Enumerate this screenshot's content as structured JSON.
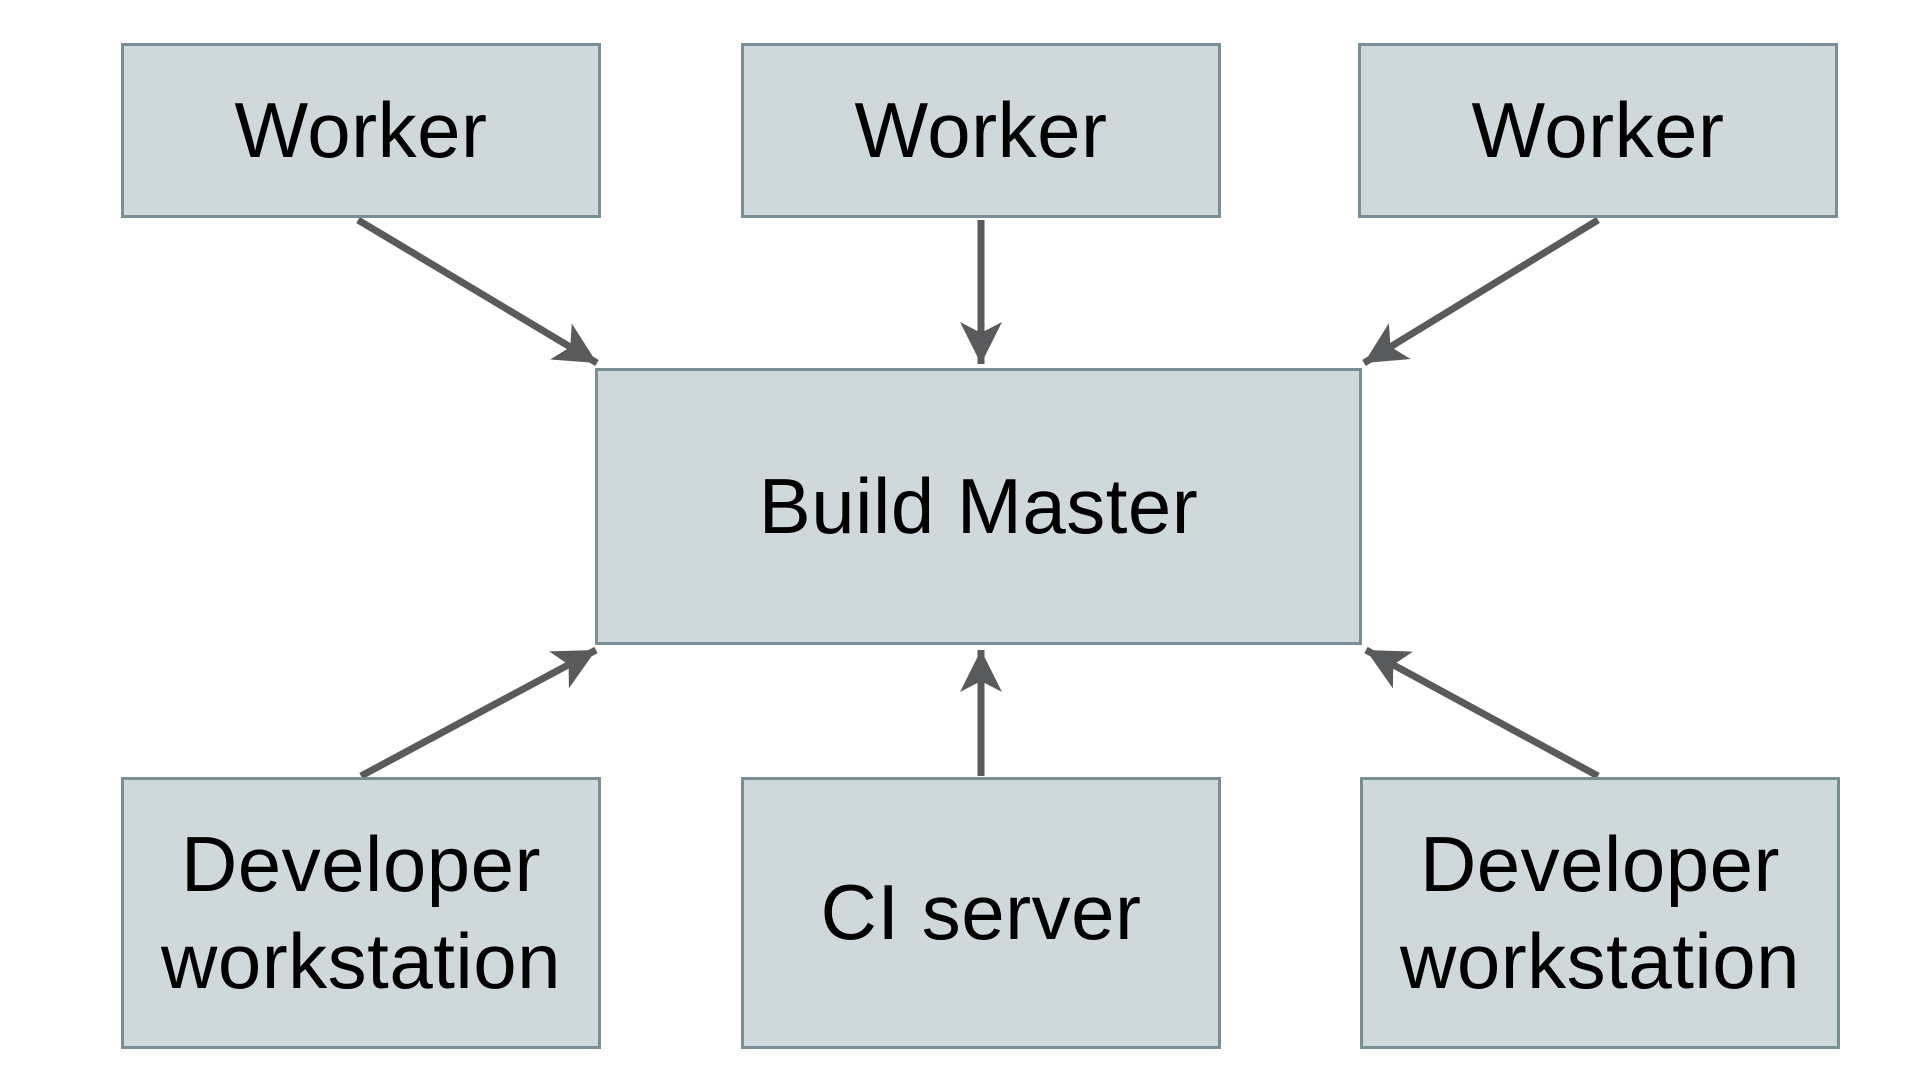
{
  "diagram": {
    "nodes": [
      {
        "id": "worker-1",
        "label": "Worker"
      },
      {
        "id": "worker-2",
        "label": "Worker"
      },
      {
        "id": "worker-3",
        "label": "Worker"
      },
      {
        "id": "build-master",
        "label": "Build Master"
      },
      {
        "id": "developer-workstation-1",
        "label": "Developer workstation"
      },
      {
        "id": "ci-server",
        "label": "CI server"
      },
      {
        "id": "developer-workstation-2",
        "label": "Developer workstation"
      }
    ],
    "edges": [
      {
        "from": "worker-1",
        "to": "build-master"
      },
      {
        "from": "worker-2",
        "to": "build-master"
      },
      {
        "from": "worker-3",
        "to": "build-master"
      },
      {
        "from": "developer-workstation-1",
        "to": "build-master"
      },
      {
        "from": "ci-server",
        "to": "build-master"
      },
      {
        "from": "developer-workstation-2",
        "to": "build-master"
      }
    ]
  },
  "colors": {
    "background": "#ffffff",
    "node_fill": "#cfd8da",
    "node_border": "#7a8e96",
    "arrow": "#595a5c",
    "text": "#000000"
  }
}
